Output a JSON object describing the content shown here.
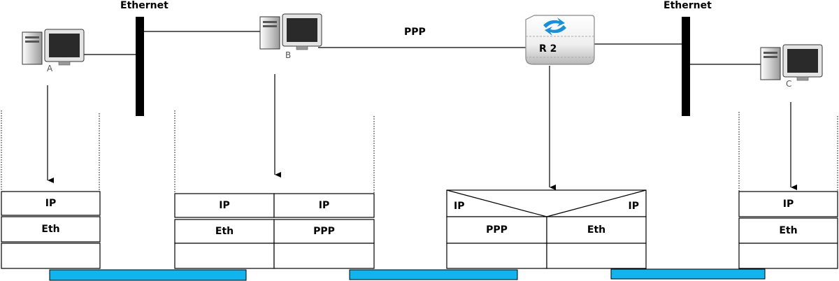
{
  "networks": {
    "ethernet_left": "Ethernet",
    "ppp": "PPP",
    "ethernet_right": "Ethernet"
  },
  "hosts": {
    "a": "A",
    "b": "B",
    "c": "C"
  },
  "router": {
    "name": "R 2"
  },
  "stacks": {
    "host_a": {
      "ip": "IP",
      "link": "Eth"
    },
    "host_b": {
      "ip_left": "IP",
      "ip_right": "IP",
      "link_left": "Eth",
      "link_right": "PPP"
    },
    "router": {
      "ip_left": "IP",
      "ip_right": "IP",
      "link_left": "PPP",
      "link_right": "Eth"
    },
    "host_c": {
      "ip": "IP",
      "link": "Eth"
    }
  },
  "colors": {
    "medium_bar": "#12b4ee",
    "router_icon": "#1a8fd8"
  }
}
